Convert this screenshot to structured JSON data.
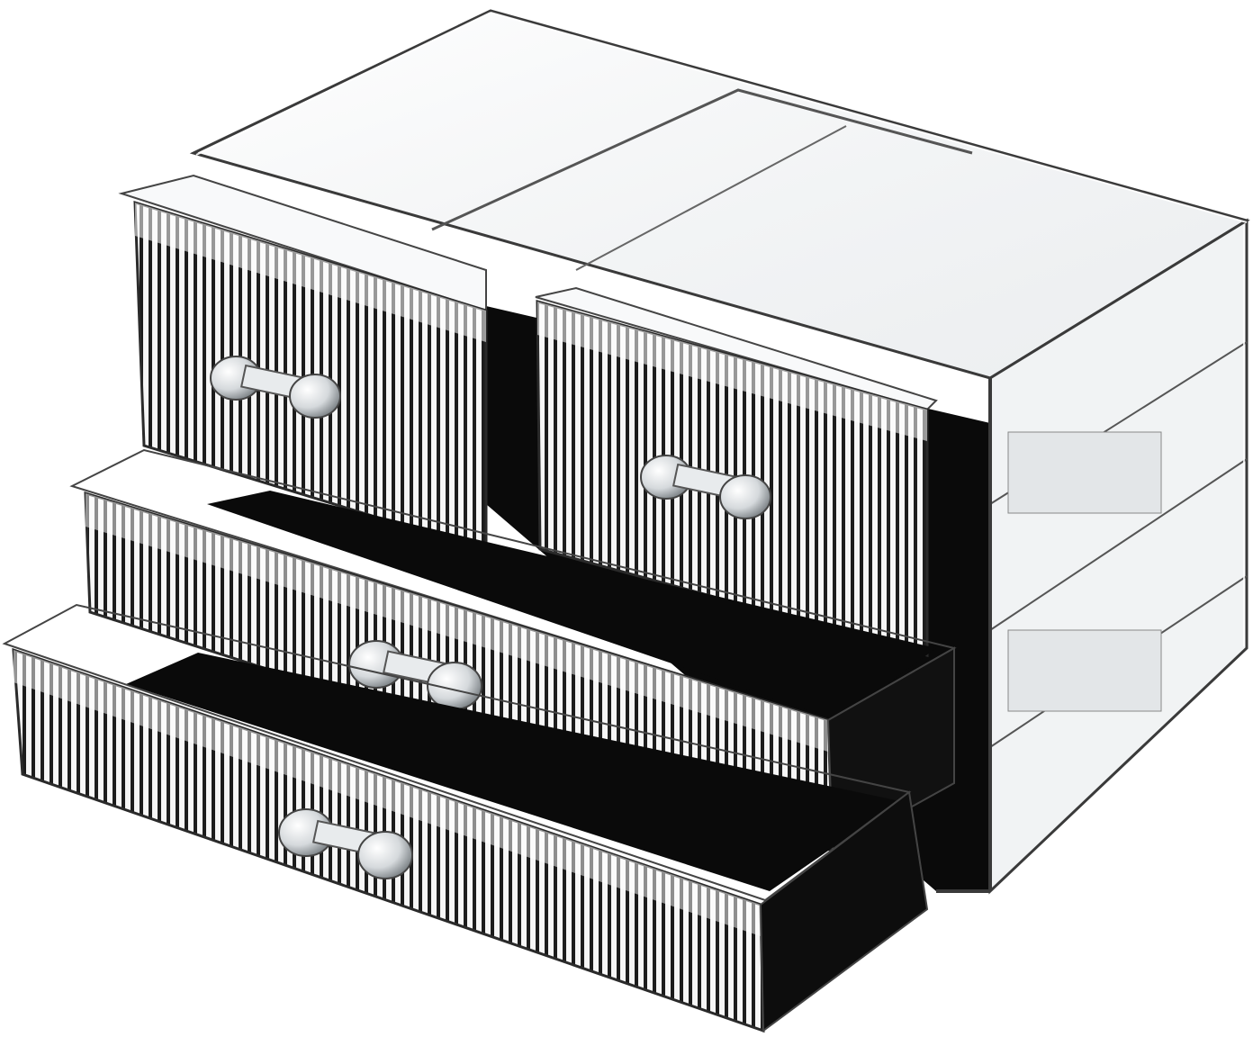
{
  "image": {
    "background": "#ffffff",
    "subject": "acrylic-organizer",
    "palette": {
      "acrylic_edge": "#3a3a3a",
      "acrylic_tint": "#f4f6f7",
      "acrylic_mid": "#d9dde0",
      "liner": "#0a0a0a",
      "rib_light": "#f2f2f2",
      "rib_dark": "#1a1a1a",
      "knob": "#e6e9eb"
    },
    "drawers": {
      "top_row_count": 2,
      "full_width_count": 2,
      "total": 4,
      "knobs_per_drawer": 2
    },
    "lid": {
      "compartments": 2
    }
  }
}
